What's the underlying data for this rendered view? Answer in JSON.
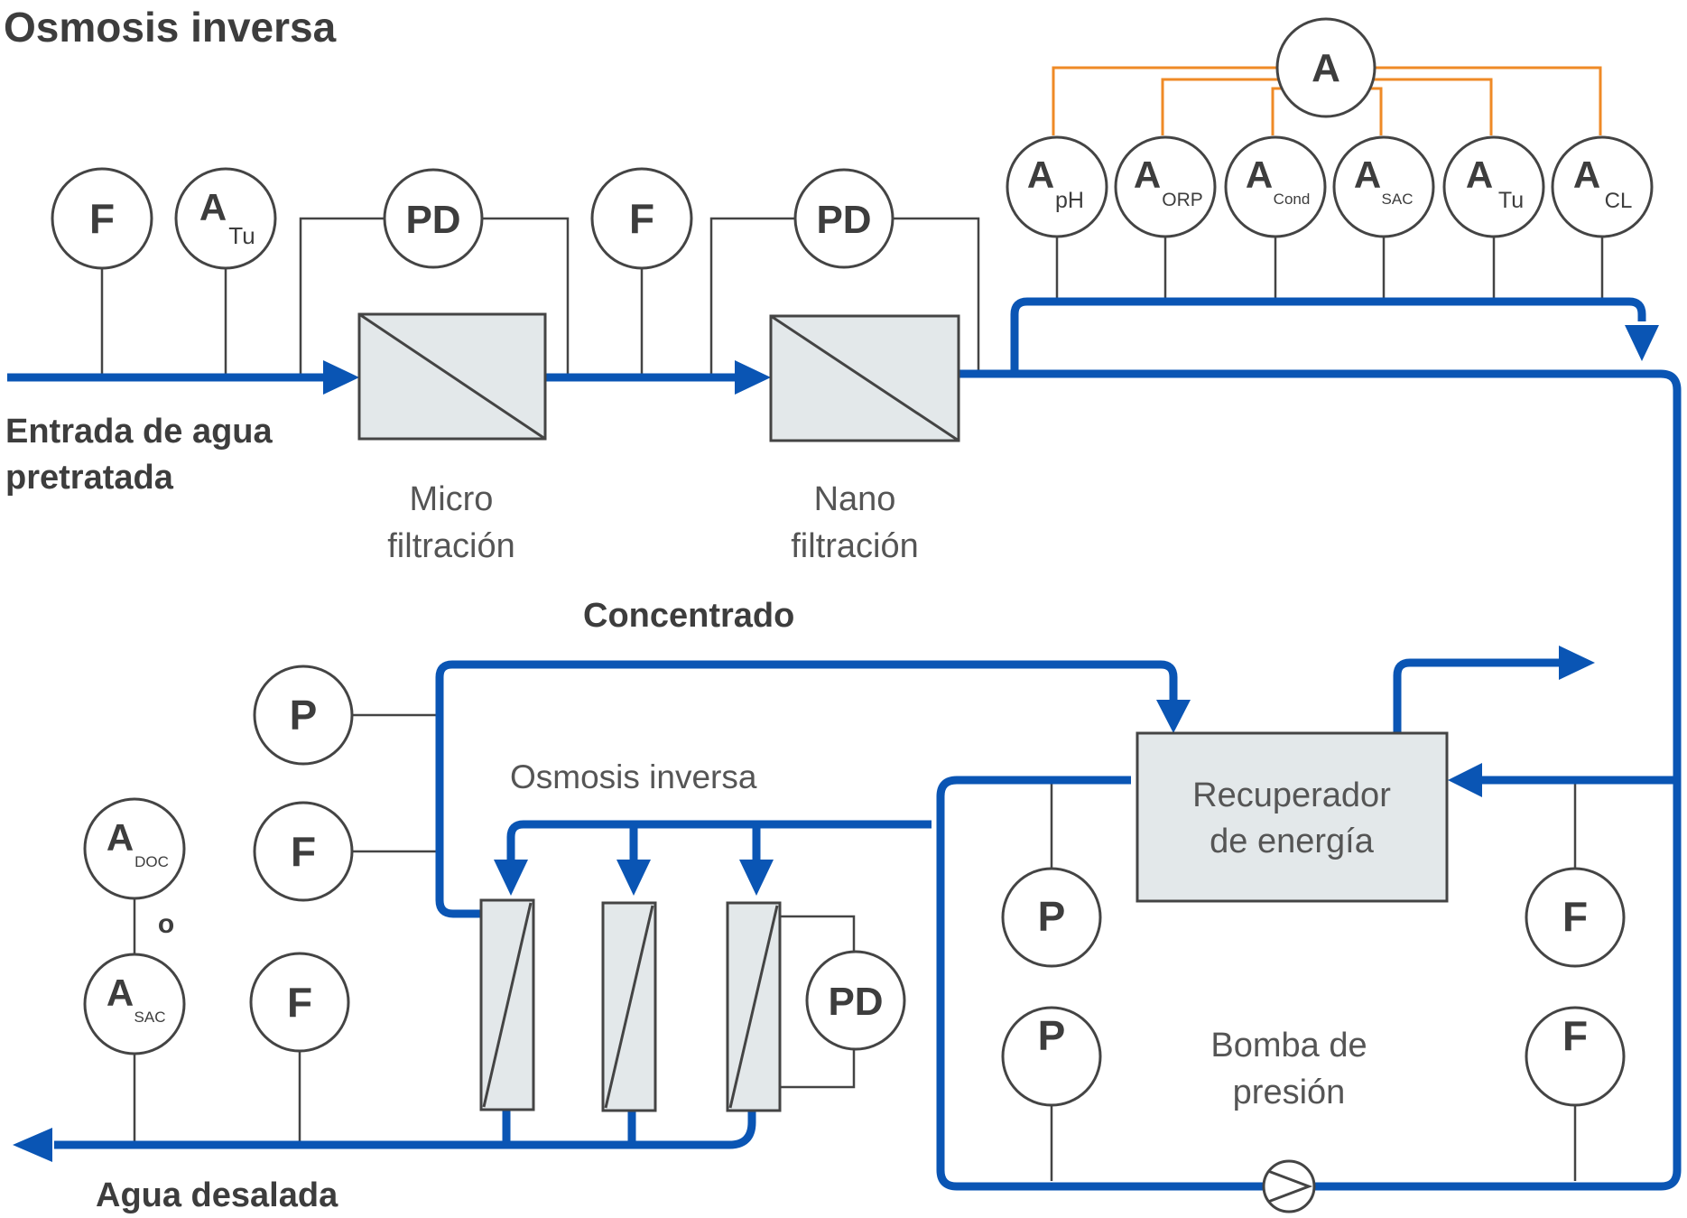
{
  "title": "Osmosis inversa",
  "labels": {
    "inlet_1": "Entrada de agua",
    "inlet_2": "pretratada",
    "micro_1": "Micro",
    "micro_2": "filtración",
    "nano_1": "Nano",
    "nano_2": "filtración",
    "concentrate": "Concentrado",
    "ro": "Osmosis inversa",
    "recovery_1": "Recuperador",
    "recovery_2": "de energía",
    "pump_1": "Bomba de",
    "pump_2": "presión",
    "outlet": "Agua desalada",
    "or": "o"
  },
  "instruments": {
    "f_inlet": {
      "main": "F",
      "sub": ""
    },
    "a_tu_inlet": {
      "main": "A",
      "sub": "Tu"
    },
    "pd_micro": {
      "main": "PD",
      "sub": ""
    },
    "f_mid": {
      "main": "F",
      "sub": ""
    },
    "pd_nano": {
      "main": "PD",
      "sub": ""
    },
    "a_hub": {
      "main": "A",
      "sub": ""
    },
    "a_ph": {
      "main": "A",
      "sub": "pH"
    },
    "a_orp": {
      "main": "A",
      "sub": "ORP"
    },
    "a_cond": {
      "main": "A",
      "sub": "Cond"
    },
    "a_sac_top": {
      "main": "A",
      "sub": "SAC"
    },
    "a_tu_top": {
      "main": "A",
      "sub": "Tu"
    },
    "a_cl": {
      "main": "A",
      "sub": "CL"
    },
    "p_conc": {
      "main": "P",
      "sub": ""
    },
    "f_conc": {
      "main": "F",
      "sub": ""
    },
    "a_doc": {
      "main": "A",
      "sub": "DOC"
    },
    "a_sac_out": {
      "main": "A",
      "sub": "SAC"
    },
    "f_out": {
      "main": "F",
      "sub": ""
    },
    "pd_ro": {
      "main": "PD",
      "sub": ""
    },
    "p_pump_1": {
      "main": "P",
      "sub": ""
    },
    "p_pump_2": {
      "main": "P",
      "sub": ""
    },
    "f_pump_1": {
      "main": "F",
      "sub": ""
    },
    "f_pump_2": {
      "main": "F",
      "sub": ""
    }
  },
  "colors": {
    "pipe": "#0a55b4",
    "signal": "#444444",
    "analyzer_link": "#ef8a26",
    "unit_fill": "#e3e8ea",
    "text": "#3d3d3d"
  }
}
